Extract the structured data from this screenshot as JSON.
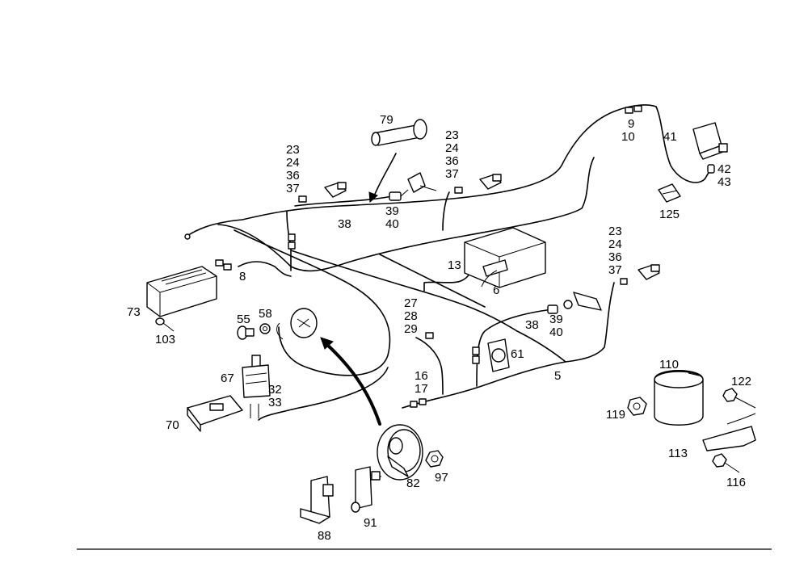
{
  "callouts": {
    "c79": "79",
    "c23a": "23",
    "c24a": "24",
    "c36a": "36",
    "c37a": "37",
    "c23b": "23",
    "c24b": "24",
    "c36b": "36",
    "c37b": "37",
    "c23c": "23",
    "c24c": "24",
    "c36c": "36",
    "c37c": "37",
    "c9": "9",
    "c10": "10",
    "c41": "41",
    "c42": "42",
    "c43": "43",
    "c125": "125",
    "c39a": "39",
    "c40a": "40",
    "c38a": "38",
    "c13": "13",
    "c6": "6",
    "c8": "8",
    "c73": "73",
    "c103": "103",
    "c55": "55",
    "c58": "58",
    "c27": "27",
    "c28": "28",
    "c29": "29",
    "c38b": "38",
    "c39b": "39",
    "c40b": "40",
    "c61": "61",
    "c5": "5",
    "c16": "16",
    "c17": "17",
    "c67": "67",
    "c32": "32",
    "c33": "33",
    "c70": "70",
    "c110": "110",
    "c122": "122",
    "c119": "119",
    "c113": "113",
    "c116": "116",
    "c82": "82",
    "c97": "97",
    "c88": "88",
    "c91": "91"
  }
}
